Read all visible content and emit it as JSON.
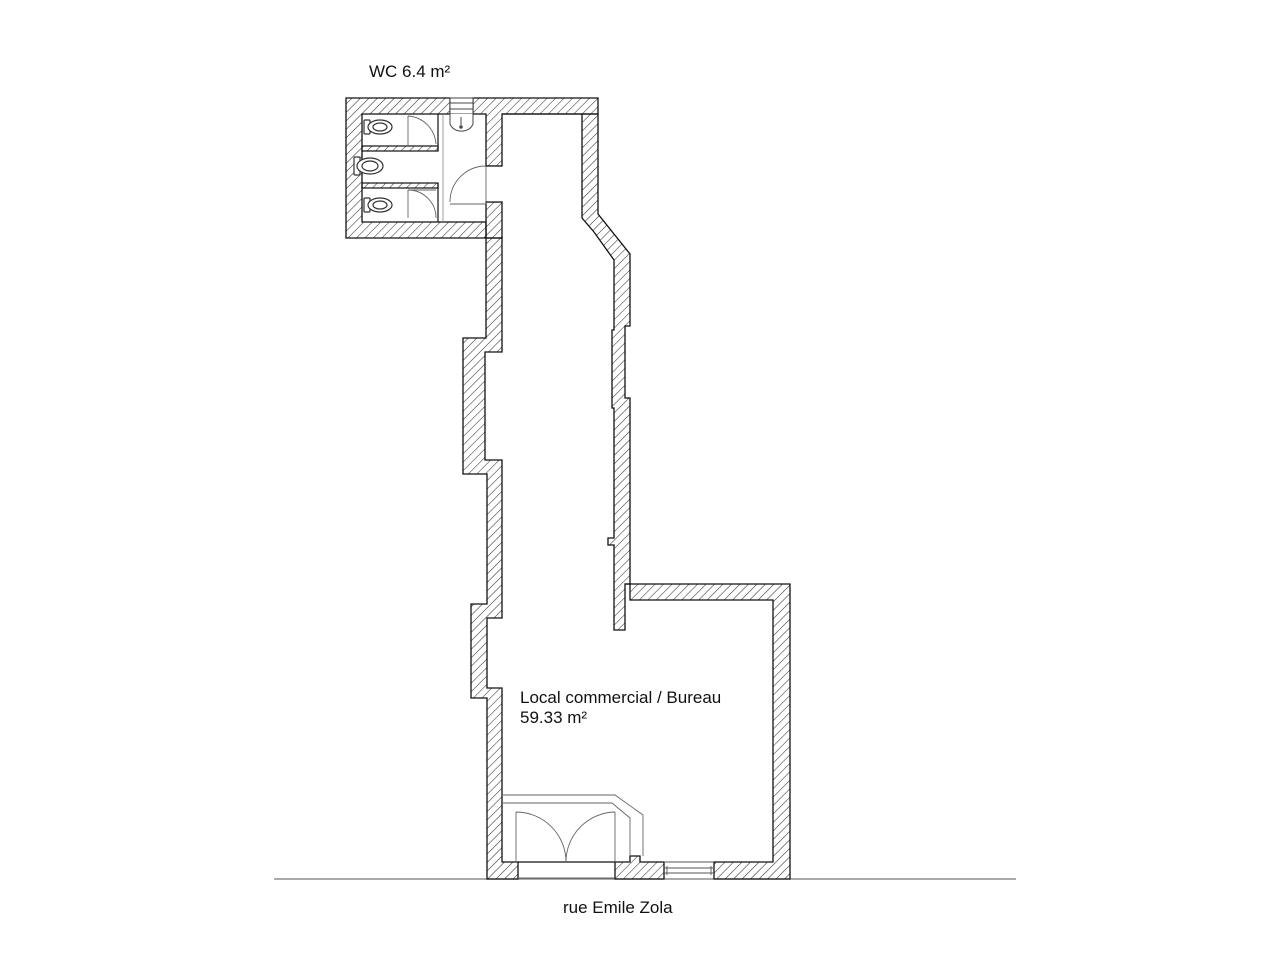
{
  "plan": {
    "wc": {
      "name": "WC",
      "area": "6.4 m²",
      "label": "WC 6.4 m²",
      "toilets": 3,
      "sinks": 1
    },
    "main_room": {
      "name": "Local commercial / Bureau",
      "area": "59.33 m²"
    },
    "street": {
      "name": "rue Emile Zola"
    },
    "colors": {
      "wall_outline": "#111111",
      "hatch": "#333333",
      "fixture": "#555555",
      "street_line": "#777777",
      "background": "#ffffff"
    }
  }
}
